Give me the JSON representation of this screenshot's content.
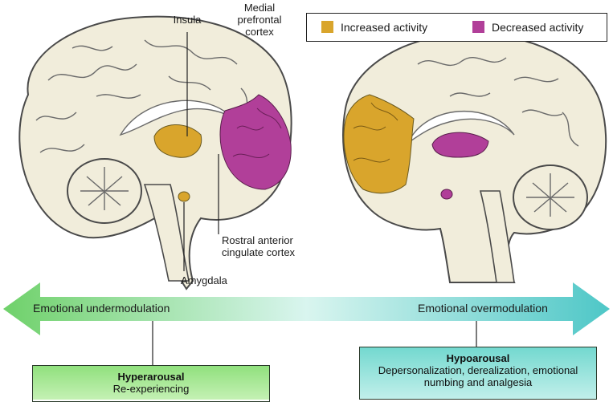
{
  "labels": {
    "insula": "Insula",
    "medial_prefrontal_cortex": [
      "Medial",
      "prefrontal",
      "cortex"
    ],
    "rostral_anterior_cingulate": [
      "Rostral anterior",
      "cingulate cortex"
    ],
    "amygdala": "Amygdala"
  },
  "legend": {
    "increased": "Increased activity",
    "decreased": "Decreased activity"
  },
  "colors": {
    "increased": "#d9a52c",
    "decreased": "#b13f99",
    "brain_fill": "#f1eddb",
    "arrow_left": "#6fd16a",
    "arrow_right": "#4ec7c7"
  },
  "spectrum": {
    "left": "Emotional undermodulation",
    "right": "Emotional overmodulation"
  },
  "boxes": {
    "left": {
      "title": "Hyperarousal",
      "text": "Re-experiencing"
    },
    "right": {
      "title": "Hypoarousal",
      "text": "Depersonalization, derealization, emotional numbing and analgesia"
    }
  }
}
